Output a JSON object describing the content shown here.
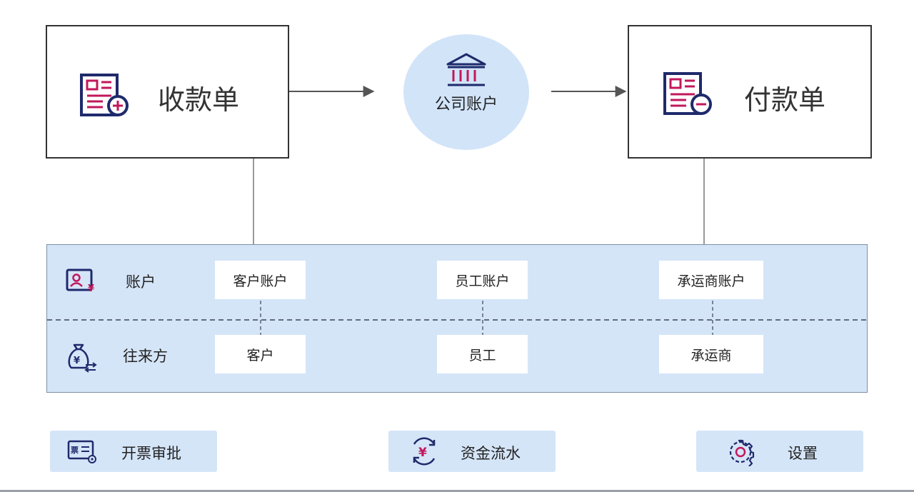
{
  "top": {
    "receipt": {
      "title": "收款单",
      "icon": "receipt-add-icon"
    },
    "company": {
      "label": "公司账户",
      "icon": "bank-icon"
    },
    "payment": {
      "title": "付款单",
      "icon": "receipt-remove-icon"
    }
  },
  "panel": {
    "rows": [
      {
        "label": "账户",
        "icon": "account-card-icon"
      },
      {
        "label": "往来方",
        "icon": "money-bag-exchange-icon"
      }
    ],
    "accounts": [
      "客户账户",
      "员工账户",
      "承运商账户"
    ],
    "parties": [
      "客户",
      "员工",
      "承运商"
    ]
  },
  "bottom": [
    {
      "label": "开票审批",
      "icon": "invoice-approval-icon"
    },
    {
      "label": "资金流水",
      "icon": "fund-flow-icon"
    },
    {
      "label": "设置",
      "icon": "gear-icon"
    }
  ],
  "colors": {
    "accent_blue": "#1f2a6b",
    "accent_magenta": "#c2185b",
    "panel_bg": "#d5e5f8"
  }
}
